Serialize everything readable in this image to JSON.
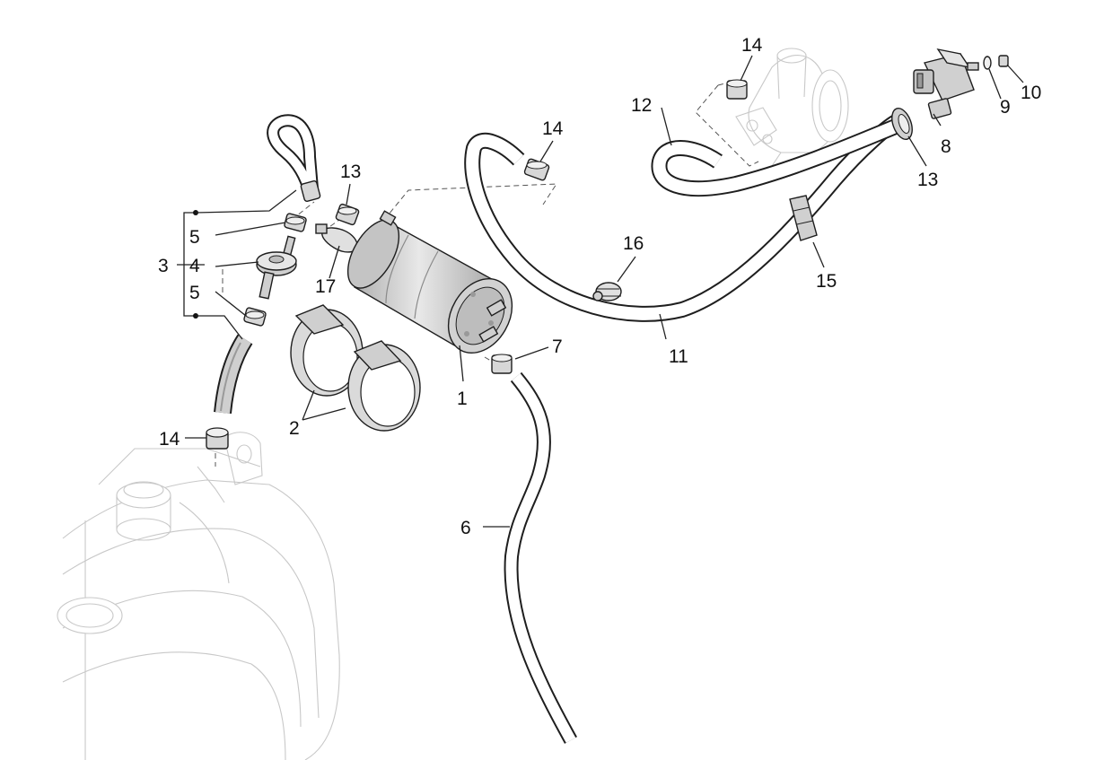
{
  "callouts": {
    "c1": "1",
    "c2": "2",
    "c3": "3",
    "c4": "4",
    "c5a": "5",
    "c5b": "5",
    "c6": "6",
    "c7": "7",
    "c8": "8",
    "c9": "9",
    "c10": "10",
    "c11": "11",
    "c12": "12",
    "c13a": "13",
    "c13b": "13",
    "c14a": "14",
    "c14b": "14",
    "c14c": "14",
    "c15": "15",
    "c16": "16",
    "c17": "17"
  },
  "colors": {
    "line": "#1e1e1e",
    "hose_fill": "#b9b9b9",
    "part_fill": "#d7d7d7",
    "ghost_outline": "#c8c8c8"
  }
}
